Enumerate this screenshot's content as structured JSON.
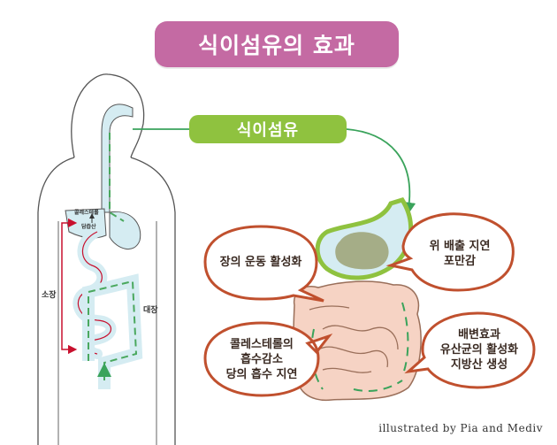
{
  "title": "식이섬유의 효과",
  "fiber_label": "식이섬유",
  "body_labels": {
    "cholesterol": "콜레스테롤",
    "bile": "담즙산",
    "small_intestine": "소장",
    "large_intestine": "대장"
  },
  "bubbles": {
    "intestine_motion": "장의 운동 활성화",
    "stomach": [
      "위 배출 지연",
      "포만감"
    ],
    "cholesterol": [
      "콜레스테롤의",
      "흡수감소",
      "당의 흡수 지연"
    ],
    "bowel": [
      "배변효과",
      "유산균의 활성화",
      "지방산 생성"
    ]
  },
  "credit": "illustrated by Pia and Mediv",
  "colors": {
    "title_bg": "#c46aa3",
    "fiber_bg": "#8fc23f",
    "bubble_border": "#c0502e",
    "intestine_fill": "#f6d3c4",
    "green_path": "#3aa35b"
  }
}
